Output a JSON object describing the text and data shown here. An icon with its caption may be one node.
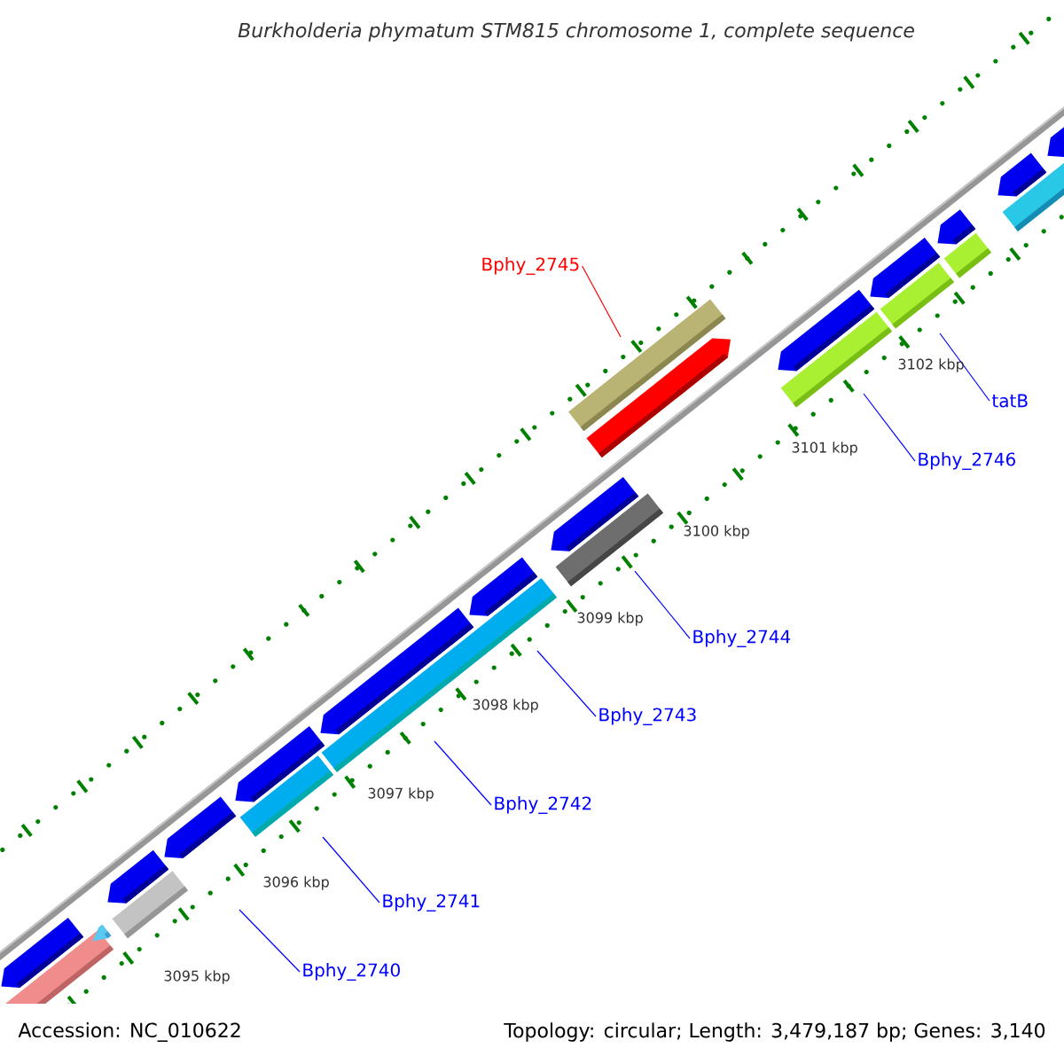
{
  "diagram": {
    "title": "Burkholderia phymatum STM815 chromosome 1, complete sequence",
    "nodes": [
      {
        "text": [
          "Bphy_2745"
        ]
      },
      {
        "text": [
          "tatB"
        ]
      },
      {
        "text": [
          "Bphy_2746"
        ]
      },
      {
        "text": [
          "Bphy_2744"
        ]
      },
      {
        "text": [
          "Bphy_2743"
        ]
      },
      {
        "text": [
          "Bphy_2742"
        ]
      },
      {
        "text": [
          "Bphy_2741"
        ]
      },
      {
        "text": [
          "Bphy_2740"
        ]
      }
    ],
    "edges": [
      {
        "from": 0,
        "to": null,
        "arrow": "none",
        "color": "#ff0000"
      },
      {
        "from": 1,
        "to": null,
        "arrow": "none"
      },
      {
        "from": 2,
        "to": null,
        "arrow": "none"
      },
      {
        "from": 3,
        "to": null,
        "arrow": "none"
      },
      {
        "from": 4,
        "to": null,
        "arrow": "none"
      },
      {
        "from": 5,
        "to": null,
        "arrow": "none"
      },
      {
        "from": 6,
        "to": null,
        "arrow": "none"
      },
      {
        "from": 7,
        "to": null,
        "arrow": "none"
      }
    ],
    "labels": [
      "3102 kbp",
      "3101 kbp",
      "3100 kbp",
      "3099 kbp",
      "3098 kbp",
      "3097 kbp",
      "3096 kbp",
      "3095 kbp",
      "Accession: NC_010622",
      "Topology: circular; Length: 3,479,187 bp; Genes: 3,140"
    ]
  }
}
